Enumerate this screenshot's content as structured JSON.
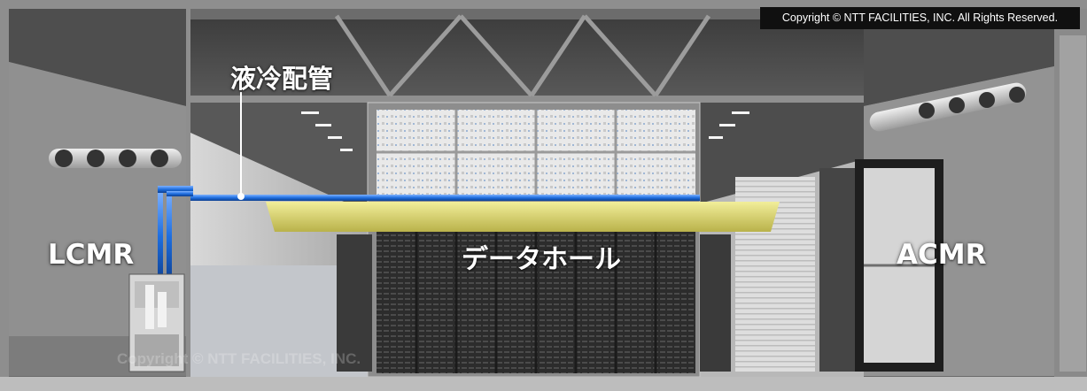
{
  "labels": {
    "lcmr": "LCMR",
    "acmr": "ACMR",
    "data_hall": "データホール",
    "liquid_cooling_pipe": "液冷配管"
  },
  "copyright": "Copyright © NTT FACILITIES, INC. All Rights Reserved.",
  "watermark": "Copyright © NTT FACILITIES, INC.",
  "colors": {
    "pipe_blue": "#1f6fe0",
    "cable_tray_yellow": "#e2dc6a",
    "label_text": "#ffffff",
    "copyright_bg": "#101010"
  }
}
